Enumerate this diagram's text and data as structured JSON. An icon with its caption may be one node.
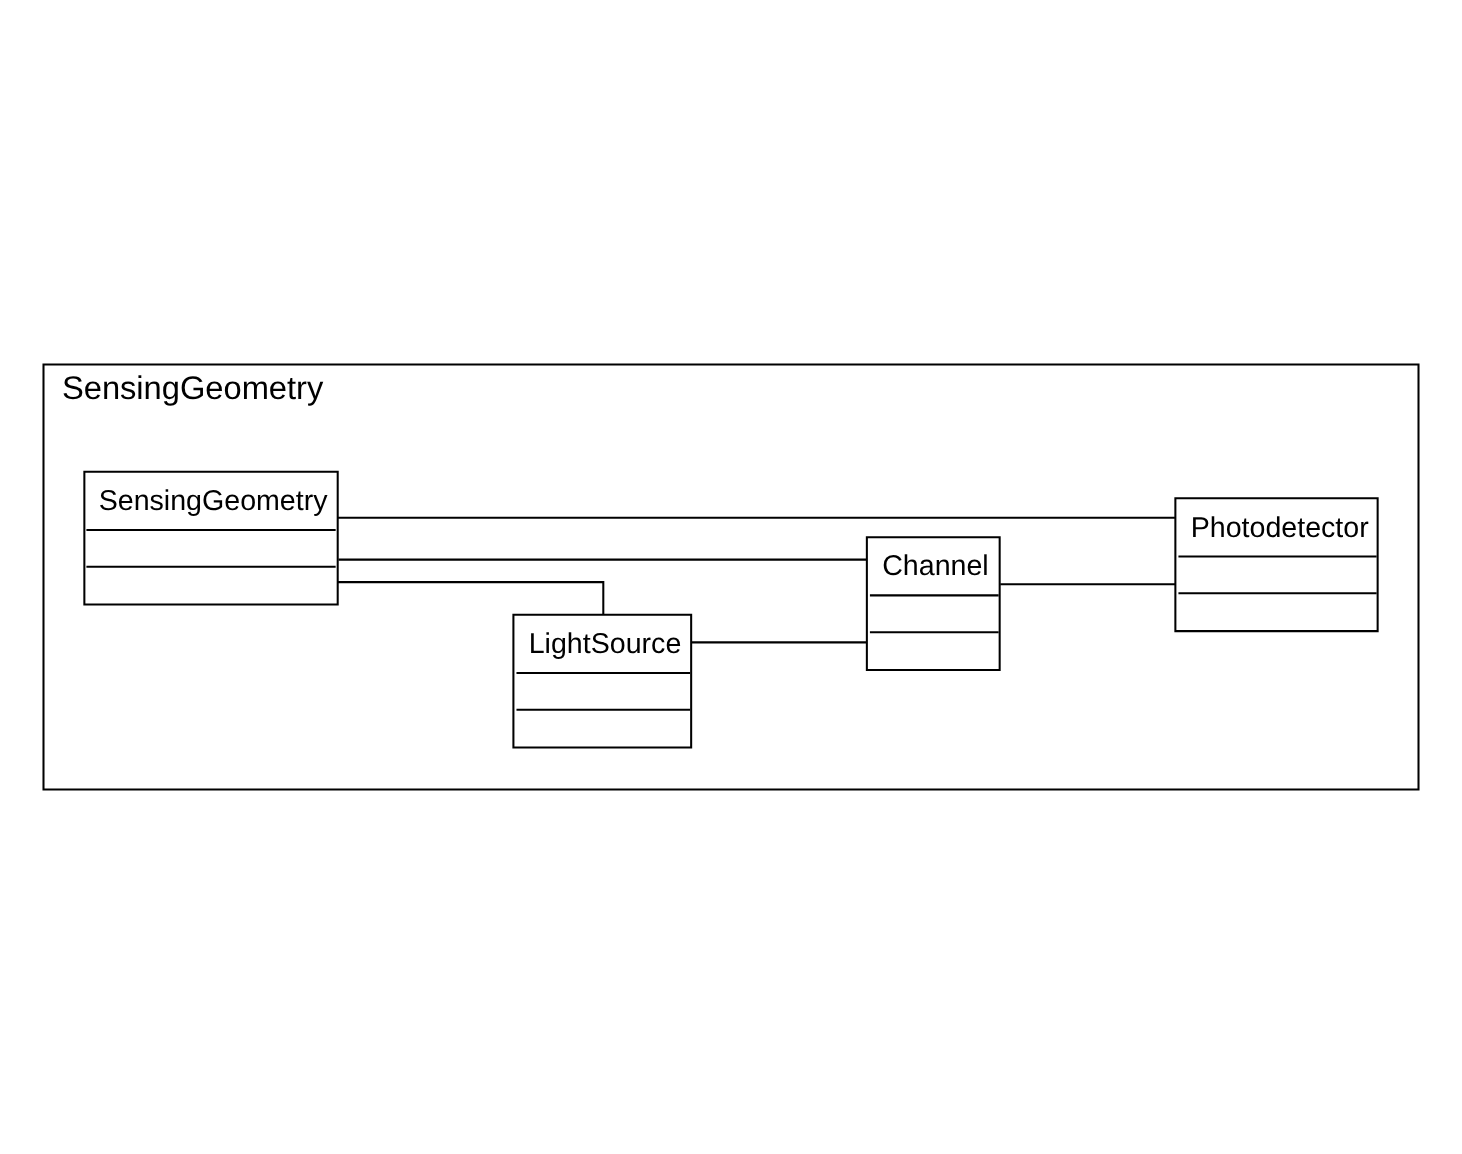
{
  "diagram": {
    "nodes": [
      {
        "text": [
          "SensingGeometry"
        ]
      },
      {
        "text": [
          "SensingGeometry"
        ],
        "in": 0
      },
      {
        "text": [
          "LightSource"
        ],
        "in": 0
      },
      {
        "text": [
          "Channel"
        ],
        "in": 0
      },
      {
        "text": [
          "Photodetector"
        ],
        "in": 0
      }
    ],
    "edges": [
      {
        "from": 1,
        "to": 2,
        "arrow": "none"
      },
      {
        "from": 1,
        "to": 3,
        "arrow": "none"
      },
      {
        "from": 1,
        "to": 4,
        "arrow": "none"
      },
      {
        "from": 2,
        "to": 3,
        "arrow": "none"
      },
      {
        "from": 3,
        "to": 4,
        "arrow": "none"
      }
    ]
  }
}
